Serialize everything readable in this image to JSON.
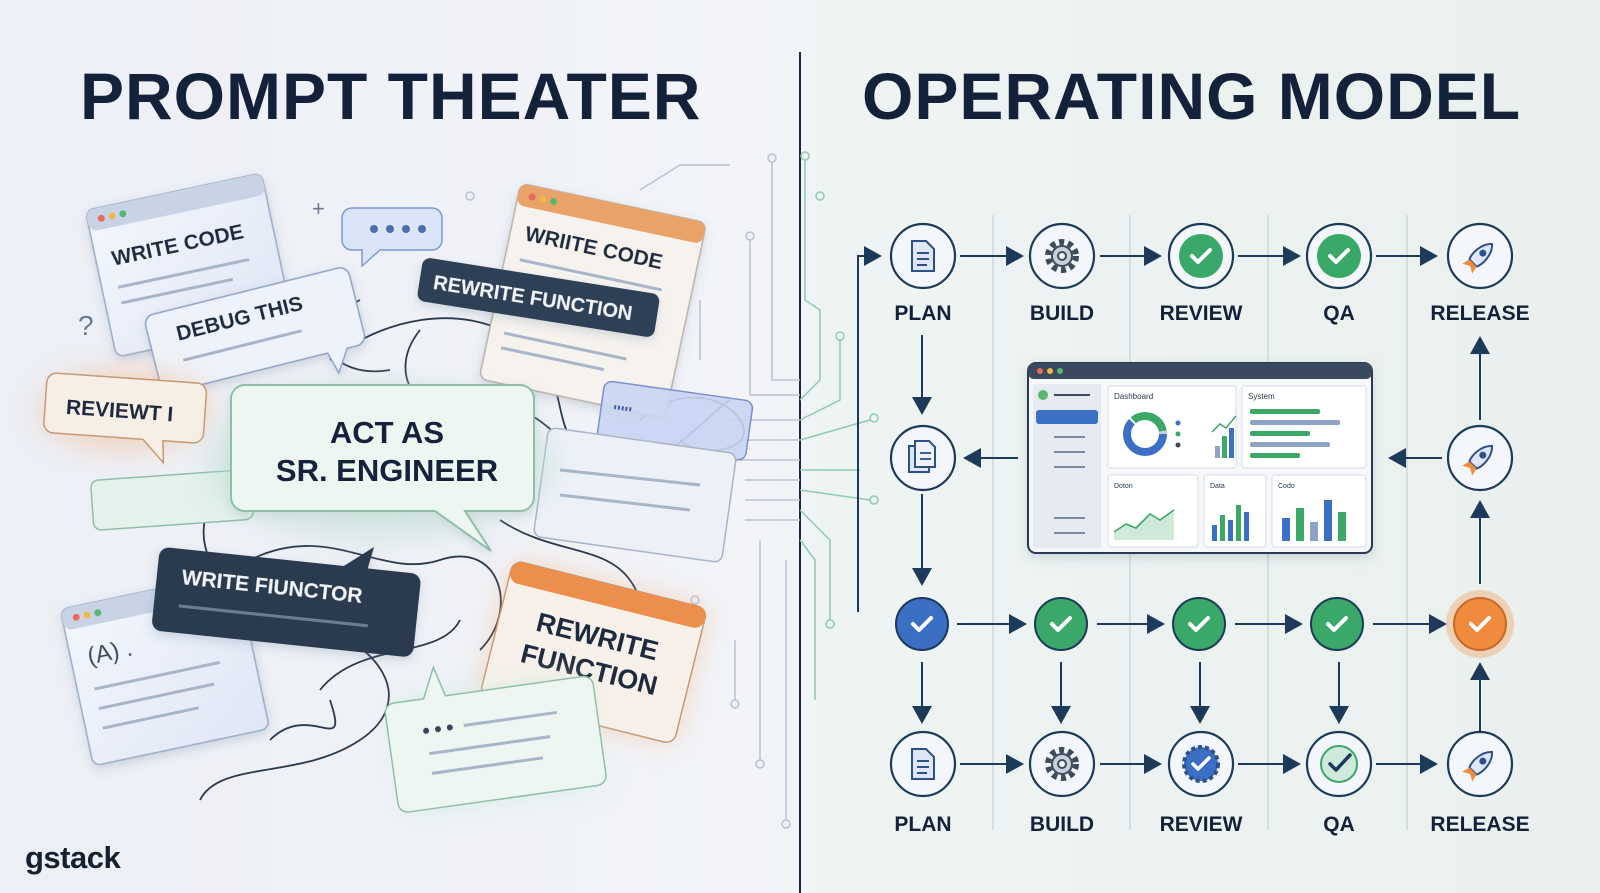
{
  "titles": {
    "left": "PROMPT THEATER",
    "right": "OPERATING MODEL"
  },
  "logo": "gstack",
  "prompt_cards": {
    "write_code_1": "WRITE CODE",
    "write_code_2": "WRIITE CODE",
    "debug": "DEBUG THIS",
    "rewrite_function_dark": "REWRITE FUNCTION",
    "review": "REVIEWT I",
    "act_as_line1": "ACT AS",
    "act_as_line2": "SR. ENGINEER",
    "write_functor": "WRITE FIUNCTOR",
    "rewrite_line1": "REWRITE",
    "rewrite_line2": "FUNCTION",
    "code_card": "(A) .",
    "question": "?",
    "plus": "+"
  },
  "pipeline": {
    "top_row": [
      {
        "label": "PLAN",
        "icon": "document-icon"
      },
      {
        "label": "BUILD",
        "icon": "gear-icon"
      },
      {
        "label": "REVIEW",
        "icon": "check-icon"
      },
      {
        "label": "QA",
        "icon": "check-icon"
      },
      {
        "label": "RELEASE",
        "icon": "rocket-icon"
      }
    ],
    "bottom_row": [
      {
        "label": "PLAN",
        "icon": "document-icon"
      },
      {
        "label": "BUILD",
        "icon": "gear-icon"
      },
      {
        "label": "REVIEW",
        "icon": "badge-check-icon"
      },
      {
        "label": "QA",
        "icon": "check-icon"
      },
      {
        "label": "RELEASE",
        "icon": "rocket-icon"
      }
    ],
    "colors": {
      "blue": "#3b6fc4",
      "green": "#3aa868",
      "orange": "#f08a3c",
      "navy": "#1e3a5a"
    }
  },
  "dashboard": {
    "panels": [
      "Dashboard",
      "System",
      "Doton",
      "Data",
      "Codo"
    ]
  }
}
